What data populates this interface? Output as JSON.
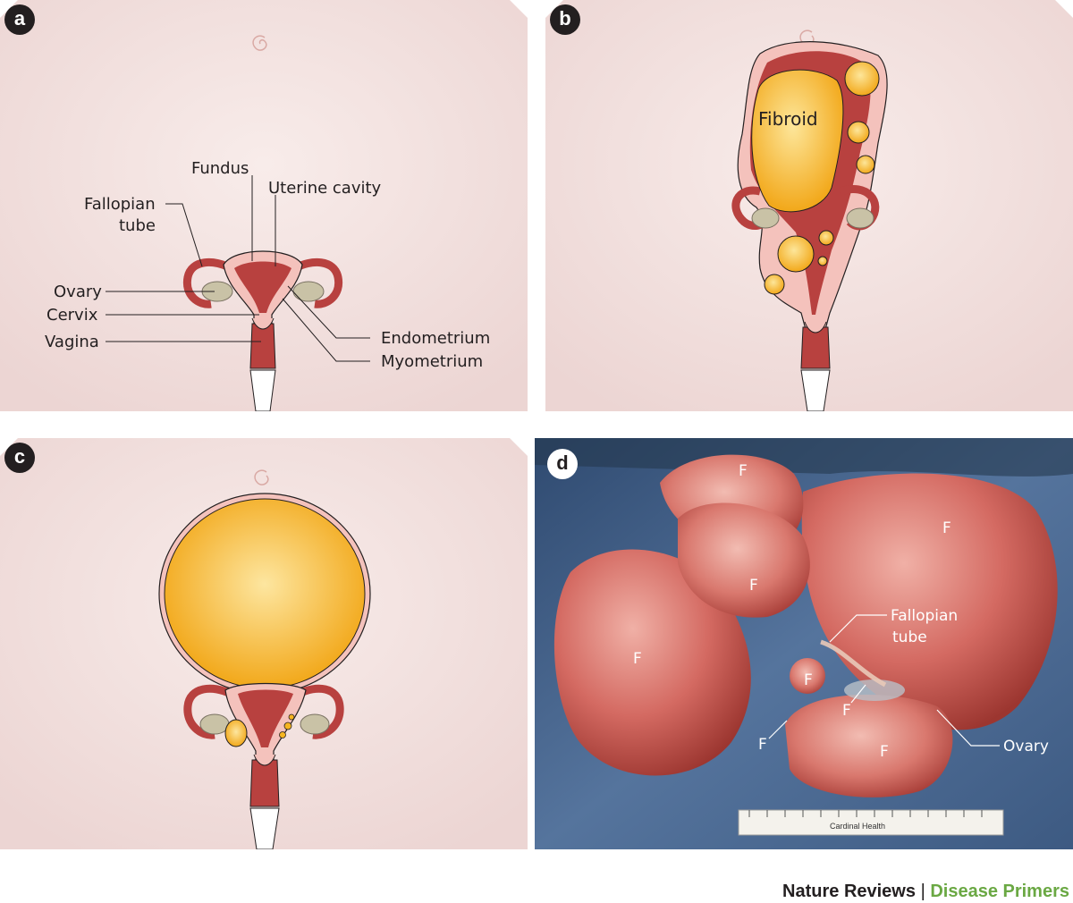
{
  "panels": {
    "a": {
      "badge": "a",
      "labels": {
        "fundus": "Fundus",
        "uterine_cavity": "Uterine cavity",
        "fallopian_line1": "Fallopian",
        "fallopian_line2": "tube",
        "ovary": "Ovary",
        "cervix": "Cervix",
        "vagina": "Vagina",
        "endometrium": "Endometrium",
        "myometrium": "Myometrium"
      }
    },
    "b": {
      "badge": "b",
      "labels": {
        "fibroid": "Fibroid"
      }
    },
    "c": {
      "badge": "c"
    },
    "d": {
      "badge": "d",
      "labels": {
        "fibroid_marker": "F",
        "fallopian_line1": "Fallopian",
        "fallopian_line2": "tube",
        "ovary": "Ovary",
        "ruler_text": "Cardinal Health"
      }
    }
  },
  "footer": {
    "journal": "Nature Reviews",
    "separator": "|",
    "series": "Disease Primers"
  },
  "colors": {
    "background_pink": "#f3e2e0",
    "myometrium_red": "#b8413f",
    "endometrium_pink": "#f4c2bc",
    "fibroid_yellow": "#f6b521",
    "ovary_grey": "#c9c2a6",
    "drape_blue": "#4a6a94",
    "accent_green": "#6aa843"
  }
}
